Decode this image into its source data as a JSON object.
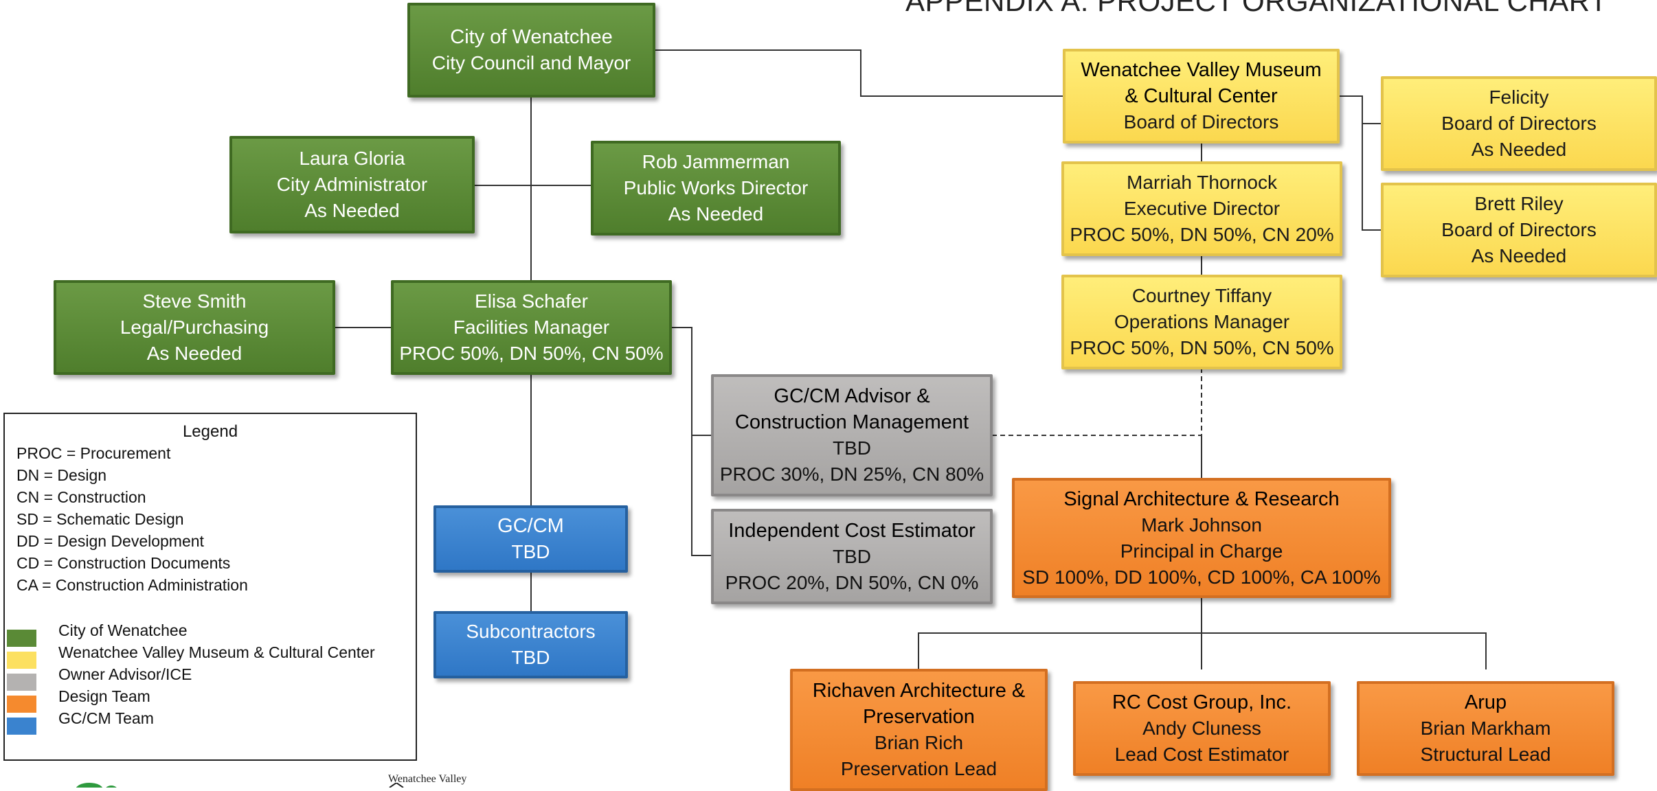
{
  "title": "APPENDIX A:  PROJECT ORGANIZATIONAL CHART",
  "colors": {
    "city": "#5a8a36",
    "museum": "#fce060",
    "advisor": "#b4b2b1",
    "design": "#f58a2e",
    "gccm": "#3a83cf"
  },
  "nodes": {
    "city": {
      "line1": "City of Wenatchee",
      "line2": "City Council and Mayor"
    },
    "laura": {
      "line1": "Laura Gloria",
      "line2": "City Administrator",
      "line3": "As Needed"
    },
    "rob": {
      "line1": "Rob Jammerman",
      "line2": "Public Works Director",
      "line3": "As Needed"
    },
    "steve": {
      "line1": "Steve Smith",
      "line2": "Legal/Purchasing",
      "line3": "As Needed"
    },
    "elisa": {
      "line1": "Elisa Schafer",
      "line2": "Facilities Manager",
      "line3": "PROC 50%, DN 50%, CN 50%"
    },
    "gccm": {
      "line1": "GC/CM",
      "line2": "TBD"
    },
    "subs": {
      "line1": "Subcontractors",
      "line2": "TBD"
    },
    "advisor": {
      "line1": "GC/CM Advisor &",
      "line2": "Construction Management",
      "line3": "TBD",
      "line4": "PROC 30%, DN 25%, CN 80%"
    },
    "ice": {
      "line1": "Independent Cost Estimator",
      "line2": "TBD",
      "line3": "PROC 20%, DN 50%, CN 0%"
    },
    "museum": {
      "line1": "Wenatchee Valley Museum",
      "line2": "& Cultural Center",
      "line3": "Board of Directors"
    },
    "felicity": {
      "line1": "Felicity",
      "line2": "Board of Directors",
      "line3": "As Needed"
    },
    "brett": {
      "line1": "Brett Riley",
      "line2": "Board of Directors",
      "line3": "As Needed"
    },
    "marriah": {
      "line1": "Marriah Thornock",
      "line2": "Executive Director",
      "line3": "PROC 50%, DN 50%, CN 20%"
    },
    "courtney": {
      "line1": "Courtney Tiffany",
      "line2": "Operations Manager",
      "line3": "PROC 50%, DN 50%, CN 50%"
    },
    "signal": {
      "line1": "Signal Architecture & Research",
      "line2": "Mark Johnson",
      "line3": "Principal in Charge",
      "line4": "SD 100%, DD 100%, CD 100%, CA 100%"
    },
    "richaven": {
      "line1": "Richaven Architecture &",
      "line2": "Preservation",
      "line3": "Brian Rich",
      "line4": "Preservation Lead"
    },
    "rc": {
      "line1": "RC Cost Group, Inc.",
      "line2": "Andy Cluness",
      "line3": "Lead Cost Estimator"
    },
    "arup": {
      "line1": "Arup",
      "line2": "Brian Markham",
      "line3": "Structural Lead"
    }
  },
  "legend": {
    "title": "Legend",
    "abbreviations": [
      "PROC = Procurement",
      "DN = Design",
      "CN = Construction",
      "SD = Schematic Design",
      "DD = Design Development",
      "CD = Construction Documents",
      "CA = Construction Administration"
    ],
    "keys": [
      "City of Wenatchee",
      "Wenatchee Valley Museum & Cultural Center",
      "Owner Advisor/ICE",
      "Design Team",
      "GC/CM Team"
    ]
  },
  "logo_text": "Wenatchee Valley"
}
